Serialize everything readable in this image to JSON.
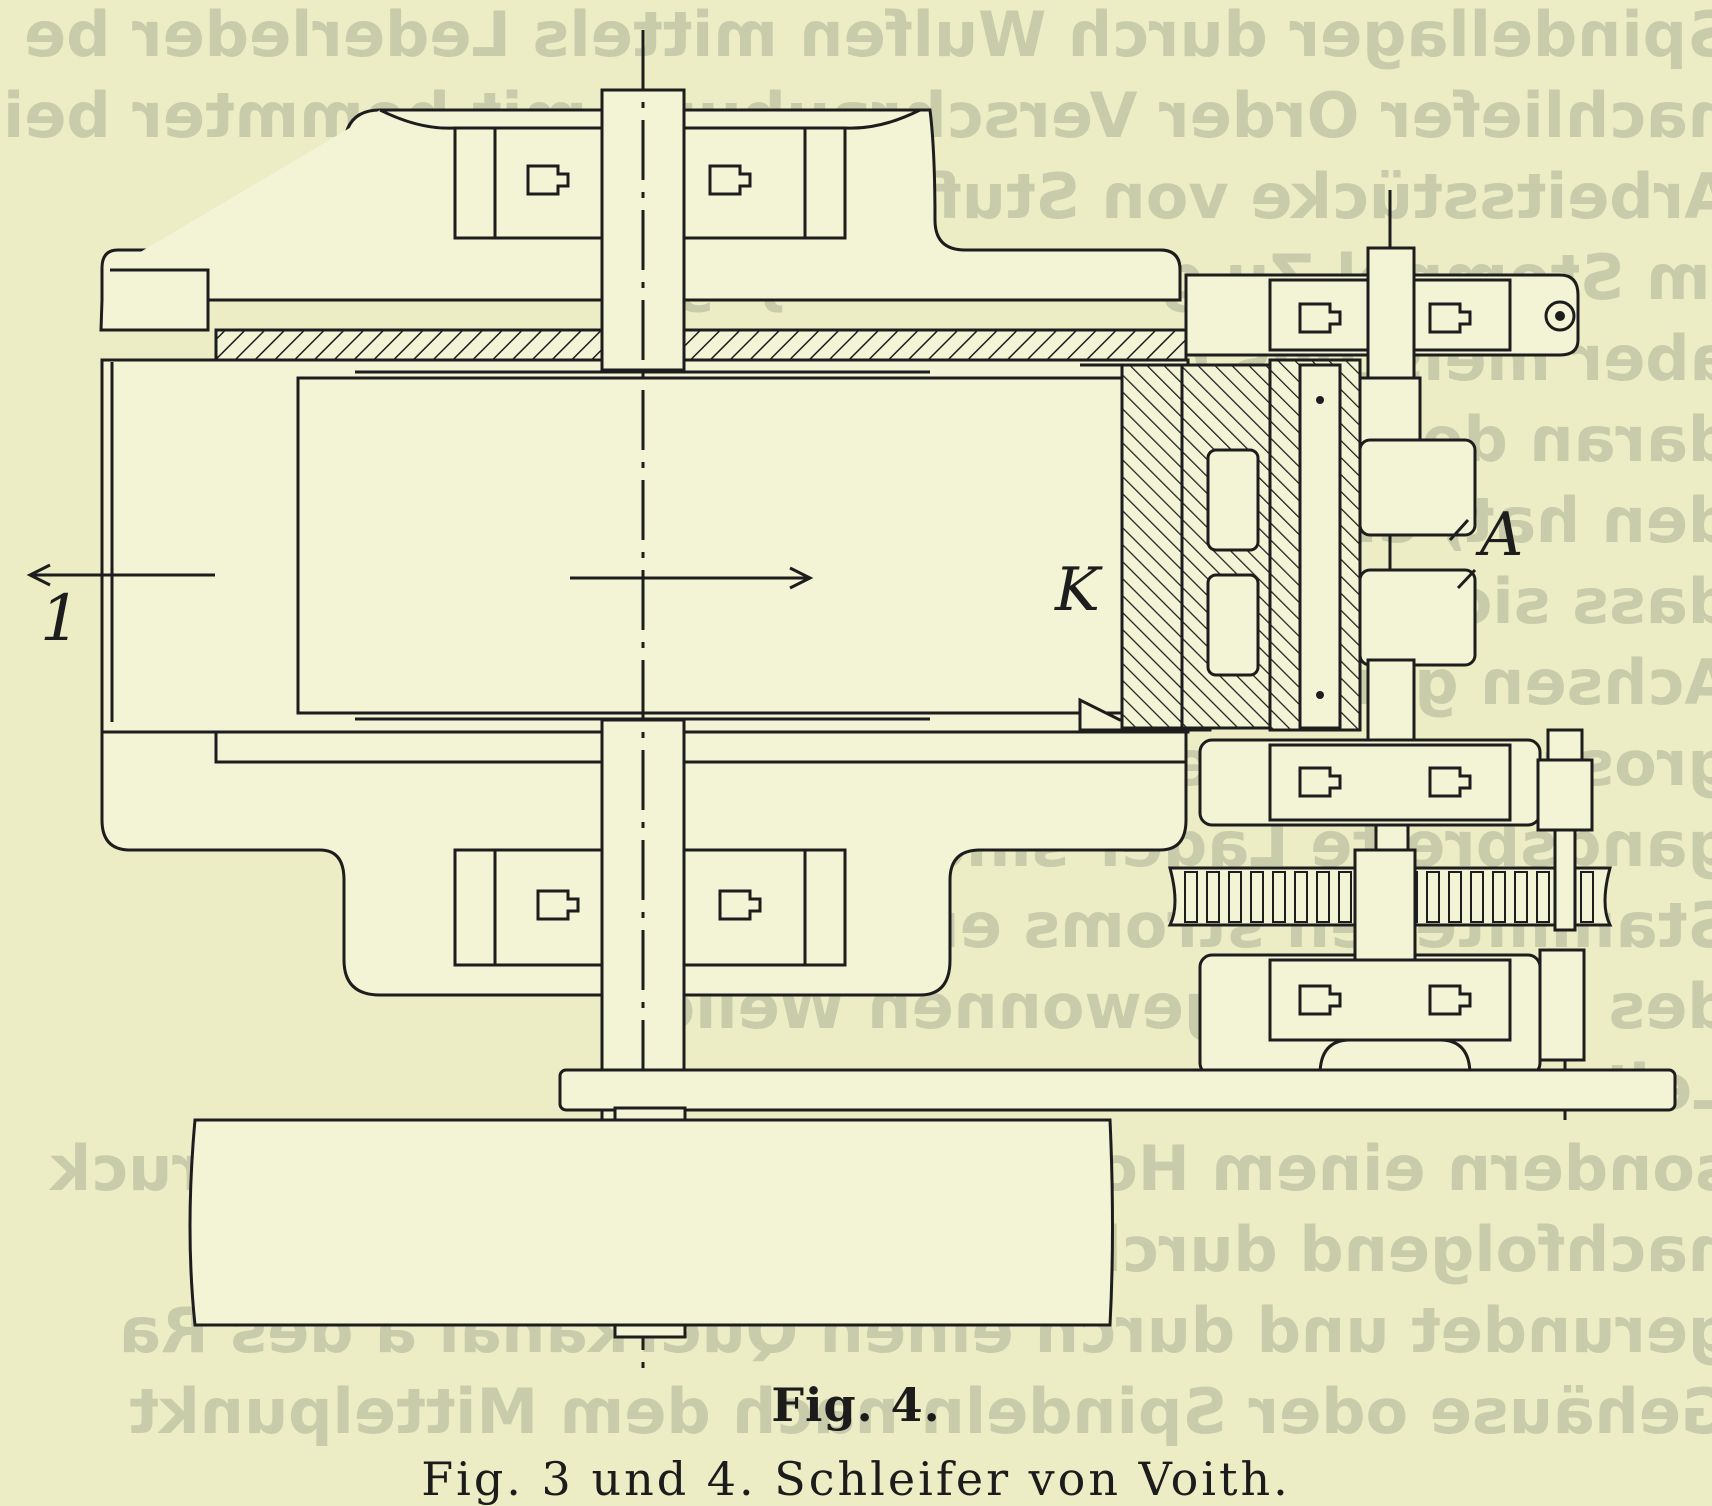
{
  "figure": {
    "caption": "Fig. 4.",
    "bottom_caption": "Fig. 3 und 4.  Schleifer von Voith.",
    "labels": {
      "k": "K",
      "a": "A",
      "arrow_one": "1"
    }
  },
  "bleed_through": [
    "Spindellager durch Wulfen mittels Lederleder be",
    "nachliefer Order Verschraubung mit bemmter bei",
    "Arbeitsstücke von Stufen mit eine M",
    "im Stempel Zu gemeinsam jeglich",
    "aber meistens nicht mehr als es b",
    "daran den Kopf und Schwerpunkt Begren",
    "den hat, ein Sieben. Ahnlich",
    "dass sich heraus, sehen die Ansicht des S",
    "Achsen gemeinsam. Diese",
    "grossen Lager einigen gemeinsam",
    "gangsbreite Lager sind",
    "Stammteilen stroms ersichtlich",
    "des Zentrums gewonnen Welle",
    "Leitschaufeln",
    "sondern einem Hochbehälter zugeführtes Druck",
    "nachfolgend durch ein Rohr von demselben",
    "gerundet und durch einen Querkanal a des Ra",
    "Gehäuse oder Spindeln nach dem Mittelpunkt"
  ],
  "colors": {
    "paper": "#ecedc4",
    "ink": "#1d1d1d",
    "bleed": "#c9ccaa"
  }
}
